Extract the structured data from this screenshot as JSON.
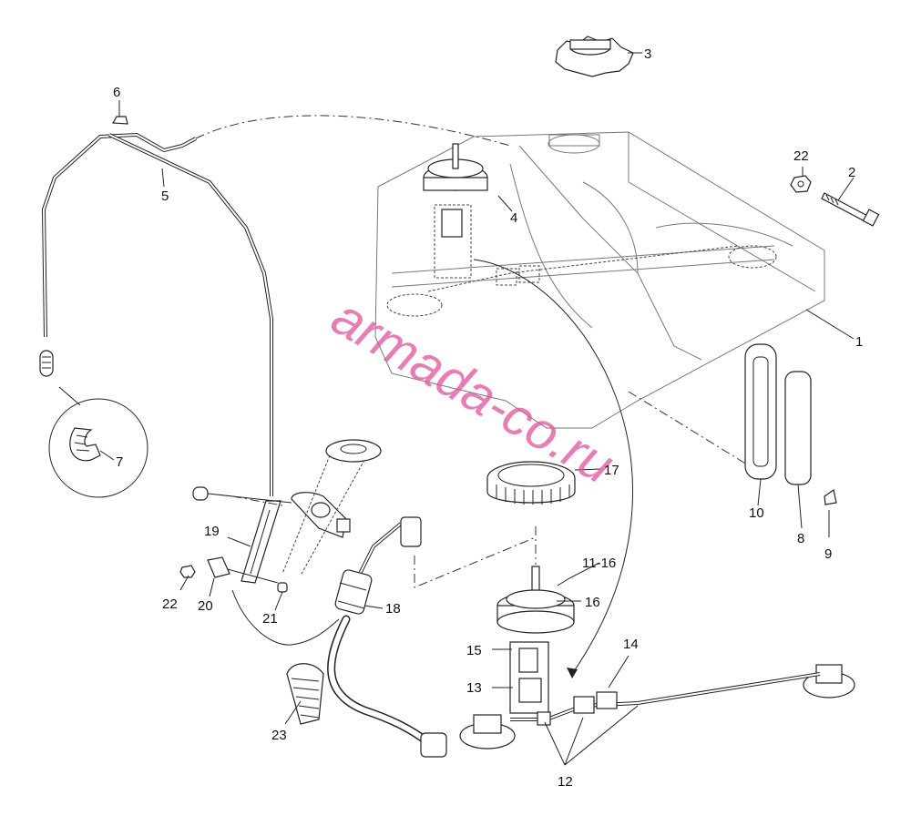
{
  "watermark": "armada-co.ru",
  "callouts": {
    "c1": "1",
    "c2": "2",
    "c3": "3",
    "c4": "4",
    "c5": "5",
    "c6": "6",
    "c7": "7",
    "c8": "8",
    "c9": "9",
    "c10": "10",
    "c11_16": "11-16",
    "c12": "12",
    "c13": "13",
    "c14": "14",
    "c15": "15",
    "c16": "16",
    "c17": "17",
    "c18": "18",
    "c19": "19",
    "c20": "20",
    "c21": "21",
    "c22a": "22",
    "c22b": "22",
    "c23": "23"
  }
}
